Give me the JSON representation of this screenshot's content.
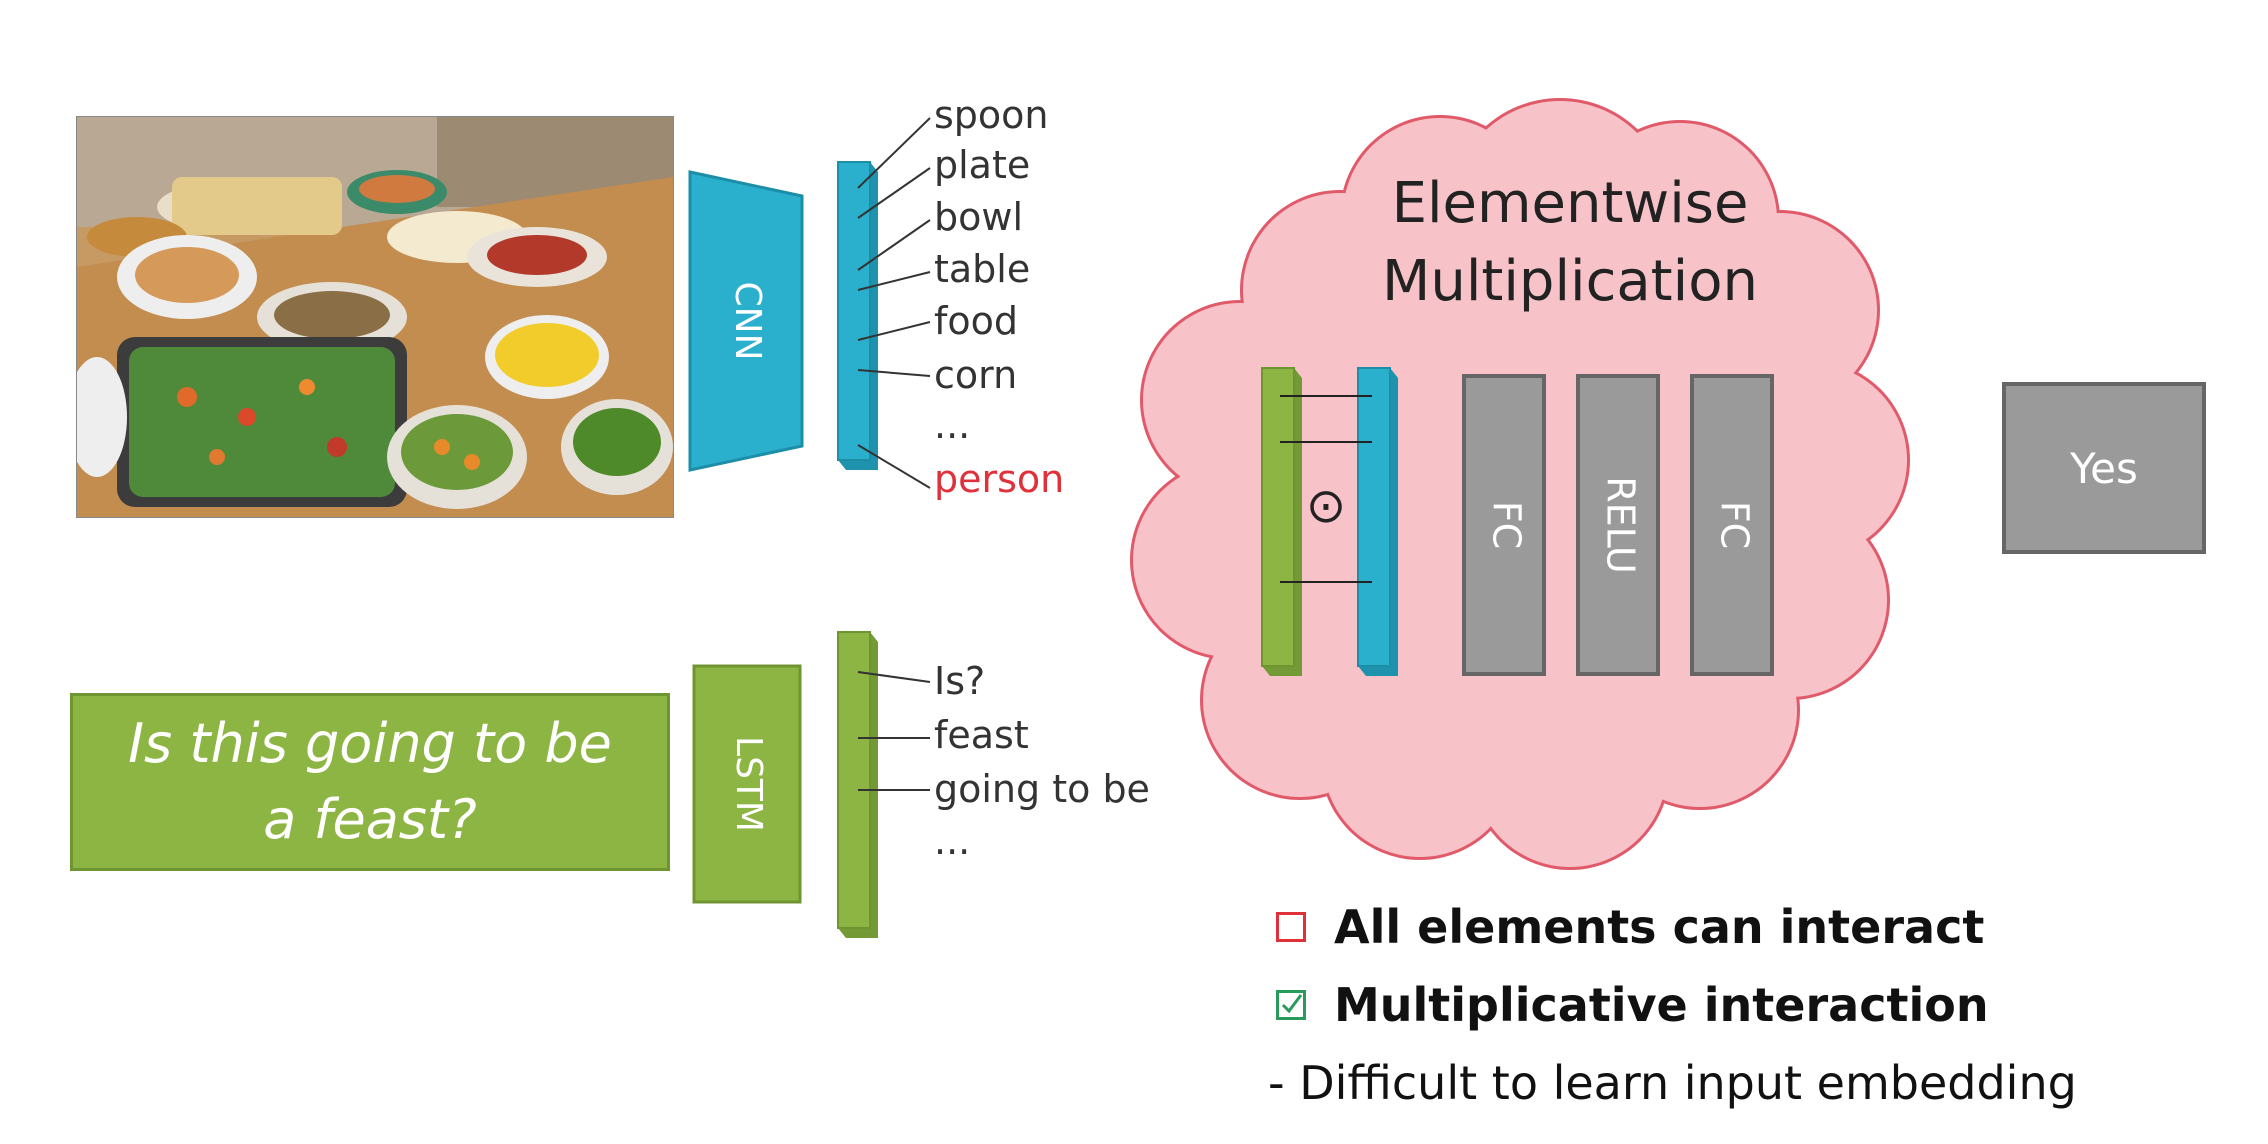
{
  "image": {
    "description_icon": "food-table-photo"
  },
  "question": {
    "text": "Is this going to be a feast?"
  },
  "cnn": {
    "label": "CNN"
  },
  "lstm": {
    "label": "LSTM"
  },
  "image_words": [
    "spoon",
    "plate",
    "bowl",
    "table",
    "food",
    "corn",
    "...",
    "person"
  ],
  "question_words": [
    "Is?",
    "feast",
    "going to be",
    "..."
  ],
  "cloud": {
    "title_line1": "Elementwise",
    "title_line2": "Multiplication",
    "operator": "⊙",
    "layers": [
      "FC",
      "RELU",
      "FC"
    ]
  },
  "answer": {
    "label": "Yes"
  },
  "legend": {
    "item1": "All elements can interact",
    "item2": "Multiplicative interaction",
    "item3": "-  Difficult to learn input embedding"
  },
  "colors": {
    "cnn": "#2ab0cc",
    "lstm": "#8db543",
    "cloud": "#f7c3c8",
    "cloud_border": "#e05a6a",
    "gray": "#9a9a9a",
    "red": "#e0303a"
  }
}
